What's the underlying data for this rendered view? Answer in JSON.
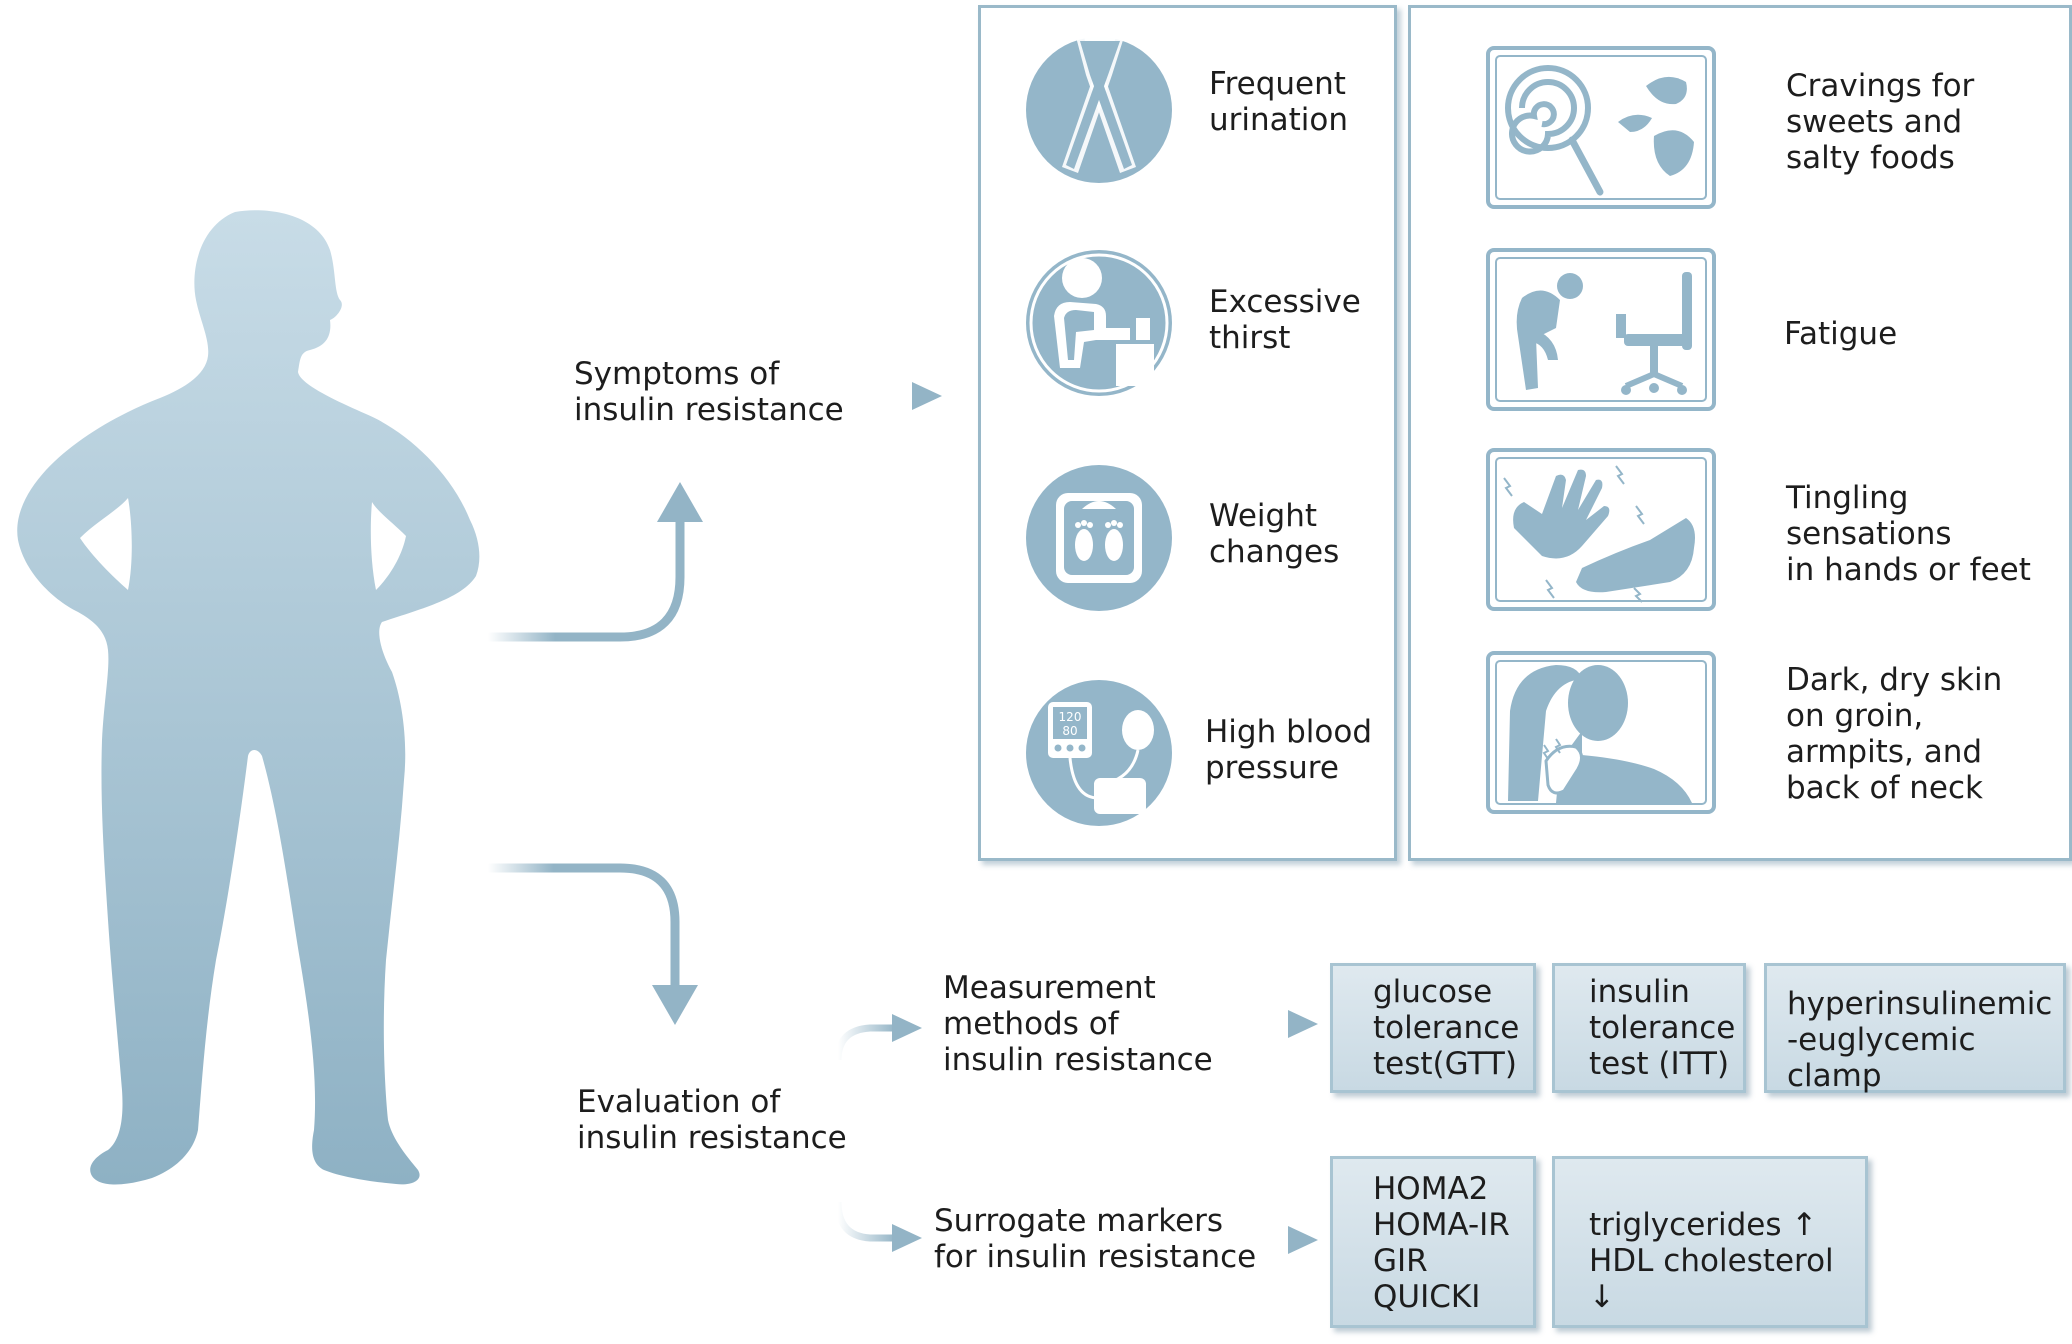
{
  "colors": {
    "silhouette_top": "#c6dbe6",
    "silhouette_bottom": "#8fb2c5",
    "icon_fill": "#94b6c9",
    "panel_border": "#9ab9c9",
    "arrow": "#93b4c6"
  },
  "main": {
    "symptoms_label": "Symptoms of\ninsulin resistance",
    "evaluation_label": "Evaluation of\ninsulin resistance"
  },
  "symptoms_left": [
    {
      "icon": "crossed-legs-icon",
      "label": "Frequent\nurination"
    },
    {
      "icon": "drinking-person-icon",
      "label": "Excessive\nthirst"
    },
    {
      "icon": "scale-icon",
      "label": "Weight\nchanges"
    },
    {
      "icon": "blood-pressure-monitor-icon",
      "label": "High blood\npressure",
      "monitor_text": "120\n80"
    }
  ],
  "symptoms_right": [
    {
      "icon": "lollipop-chips-icon",
      "label": "Cravings for\nsweets and\nsalty foods"
    },
    {
      "icon": "tired-person-chair-icon",
      "label": "Fatigue"
    },
    {
      "icon": "hand-foot-tingle-icon",
      "label": "Tingling\nsensations\nin hands or feet"
    },
    {
      "icon": "dark-skin-icon",
      "label": "Dark, dry skin\non groin,\narmpits, and\nback of neck"
    }
  ],
  "evaluation": {
    "measurement_label": "Measurement\nmethods of\ninsulin resistance",
    "surrogate_label": "Surrogate markers\nfor insulin resistance",
    "measurement_tests": [
      "glucose\ntolerance\ntest(GTT)",
      "insulin\ntolerance\ntest (ITT)",
      "hyperinsulinemic\n-euglycemic clamp"
    ],
    "surrogate_markers": [
      "HOMA2\nHOMA-IR\nGIR\nQUICKI",
      "triglycerides ↑\nHDL cholesterol ↓"
    ]
  }
}
